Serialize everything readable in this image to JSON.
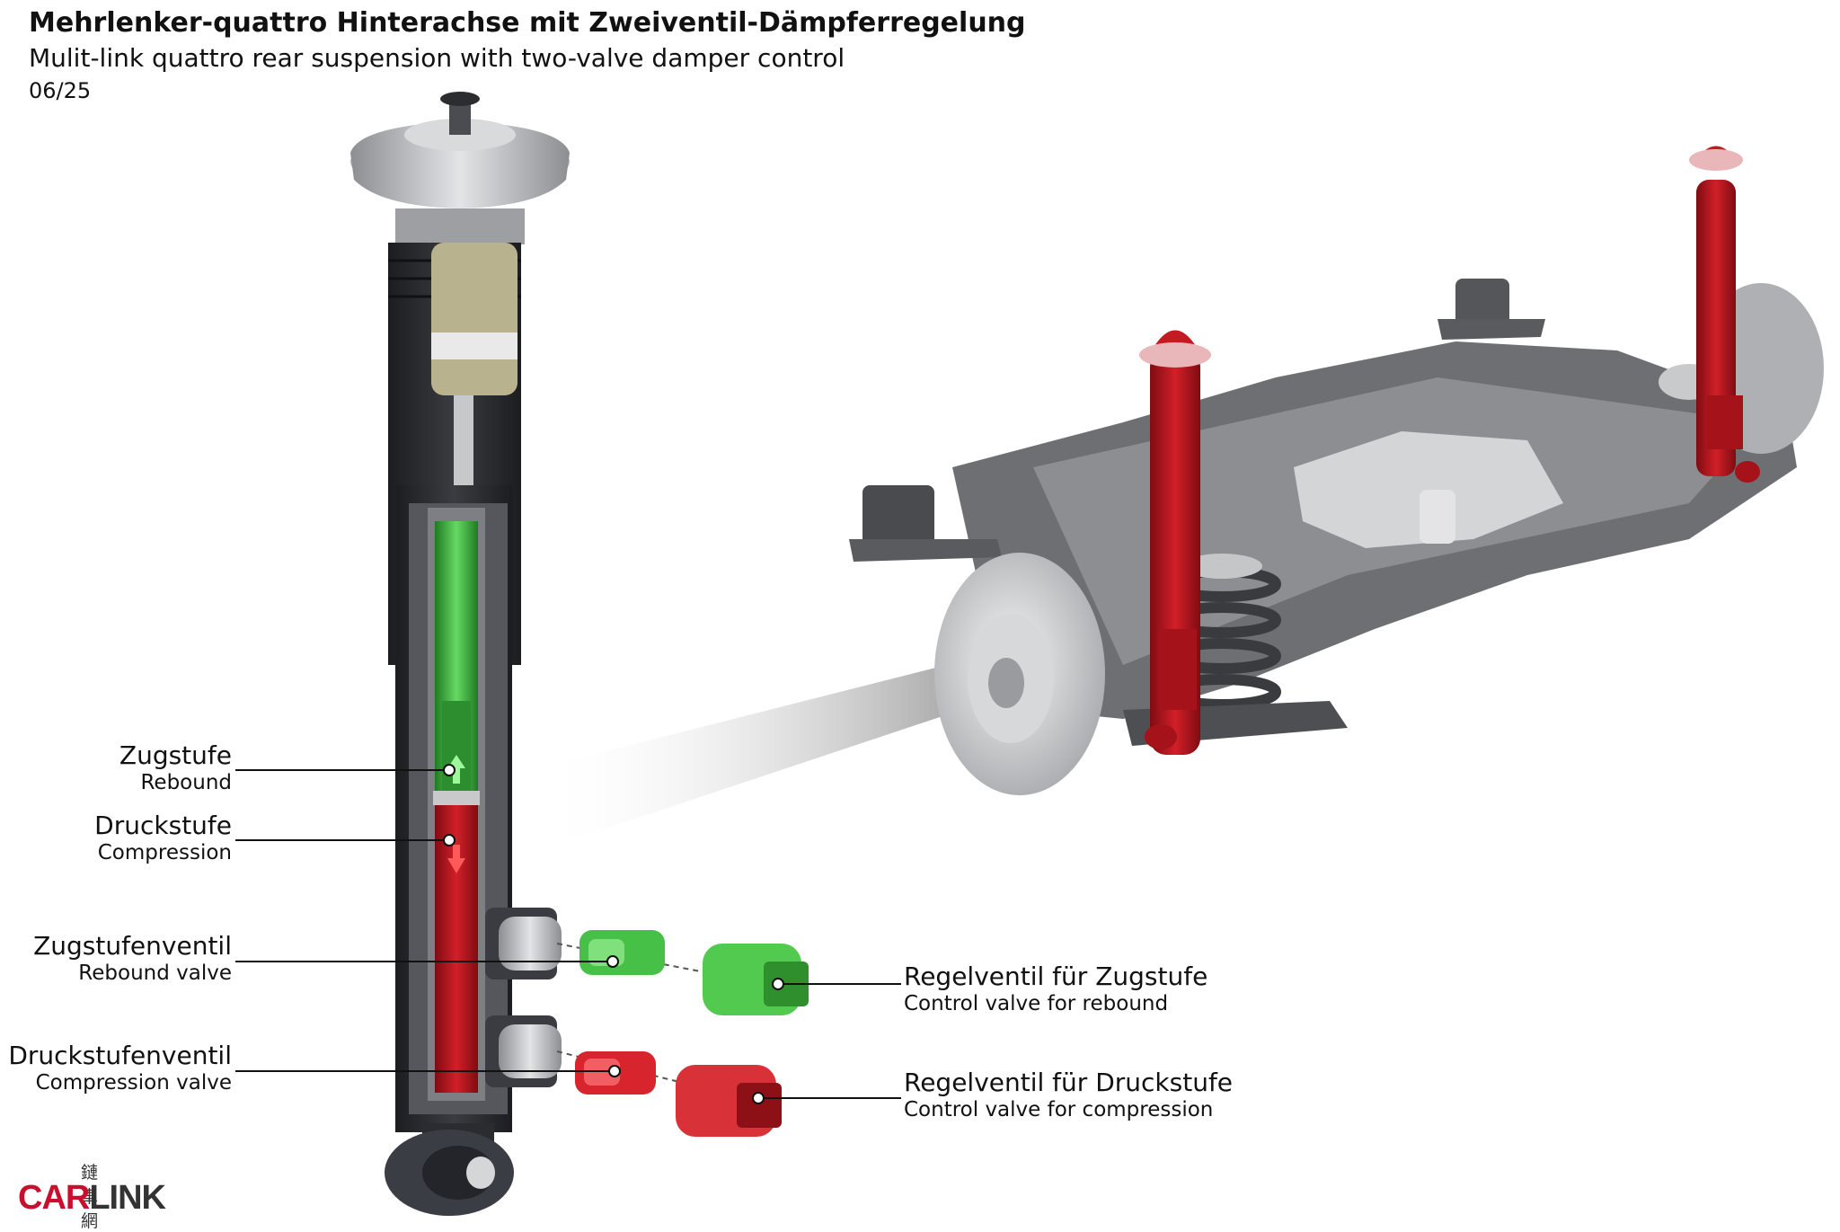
{
  "header": {
    "title": "Mehrlenker-quattro Hinterachse mit Zweiventil-Dämpferregelung",
    "subtitle": "Mulit-link quattro rear suspension with two-valve damper control",
    "date": "06/25"
  },
  "labels": {
    "rebound": {
      "de": "Zugstufe",
      "en": "Rebound"
    },
    "compression": {
      "de": "Druckstufe",
      "en": "Compression"
    },
    "rebound_valve": {
      "de": "Zugstufenventil",
      "en": "Rebound valve"
    },
    "compression_valve": {
      "de": "Druckstufenventil",
      "en": "Compression valve"
    },
    "control_rebound": {
      "de": "Regelventil für Zugstufe",
      "en": "Control valve for rebound"
    },
    "control_compression": {
      "de": "Regelventil für Druckstufe",
      "en": "Control valve for compression"
    }
  },
  "logo": {
    "cjk": "鏈車網",
    "brand_red": "CAR",
    "brand_gray": "LINK"
  },
  "colors": {
    "rebound_green": "#3cb83c",
    "compression_red": "#c41a22",
    "damper_red": "#b3141c",
    "housing_dark": "#2b2d31",
    "subframe_gray": "#6e6f72",
    "accent_red": "#c8102e"
  }
}
